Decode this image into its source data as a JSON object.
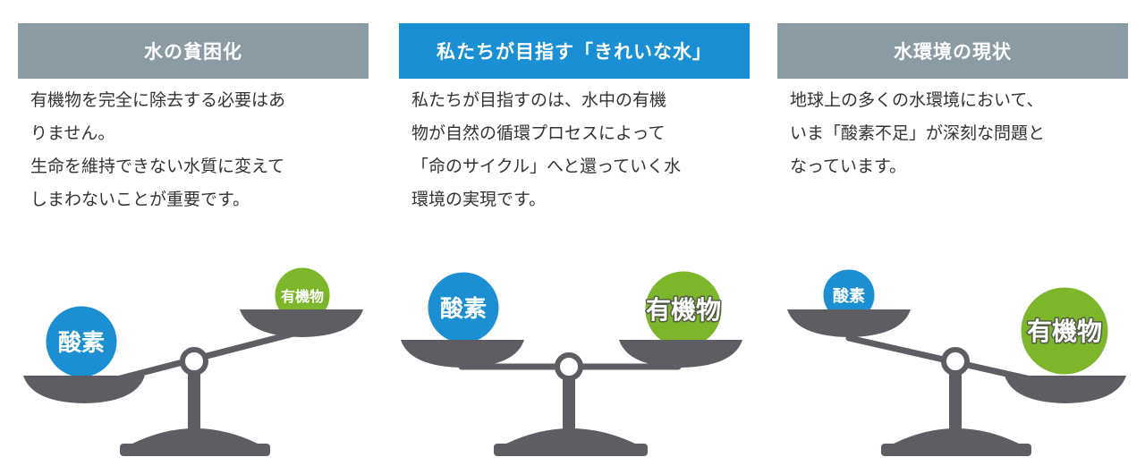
{
  "colors": {
    "header_gray": "#8b9ba3",
    "header_blue": "#1a8fd4",
    "oxygen_ball": "#1c8fd3",
    "organic_ball": "#7db52b",
    "scale_gray": "#5d5d63"
  },
  "panels": [
    {
      "title": "水の貧困化",
      "lines": [
        "有機物を完全に除去する必要はあ",
        "りません。",
        "生命を維持できない水質に変えて",
        "しまわないことが重要です。"
      ],
      "left_label": "酸素",
      "right_label": "有機物"
    },
    {
      "title": "私たちが目指す「きれいな水」",
      "lines": [
        "私たちが目指すのは、水中の有機",
        "物が自然の循環プロセスによって",
        "「命のサイクル」へと還っていく水",
        "環境の実現です。"
      ],
      "left_label": "酸素",
      "right_label": "有機物"
    },
    {
      "title": "水環境の現状",
      "lines": [
        "地球上の多くの水環境において、",
        "いま「酸素不足」が深刻な問題と",
        "なっています。"
      ],
      "left_label": "酸素",
      "right_label": "有機物"
    }
  ]
}
